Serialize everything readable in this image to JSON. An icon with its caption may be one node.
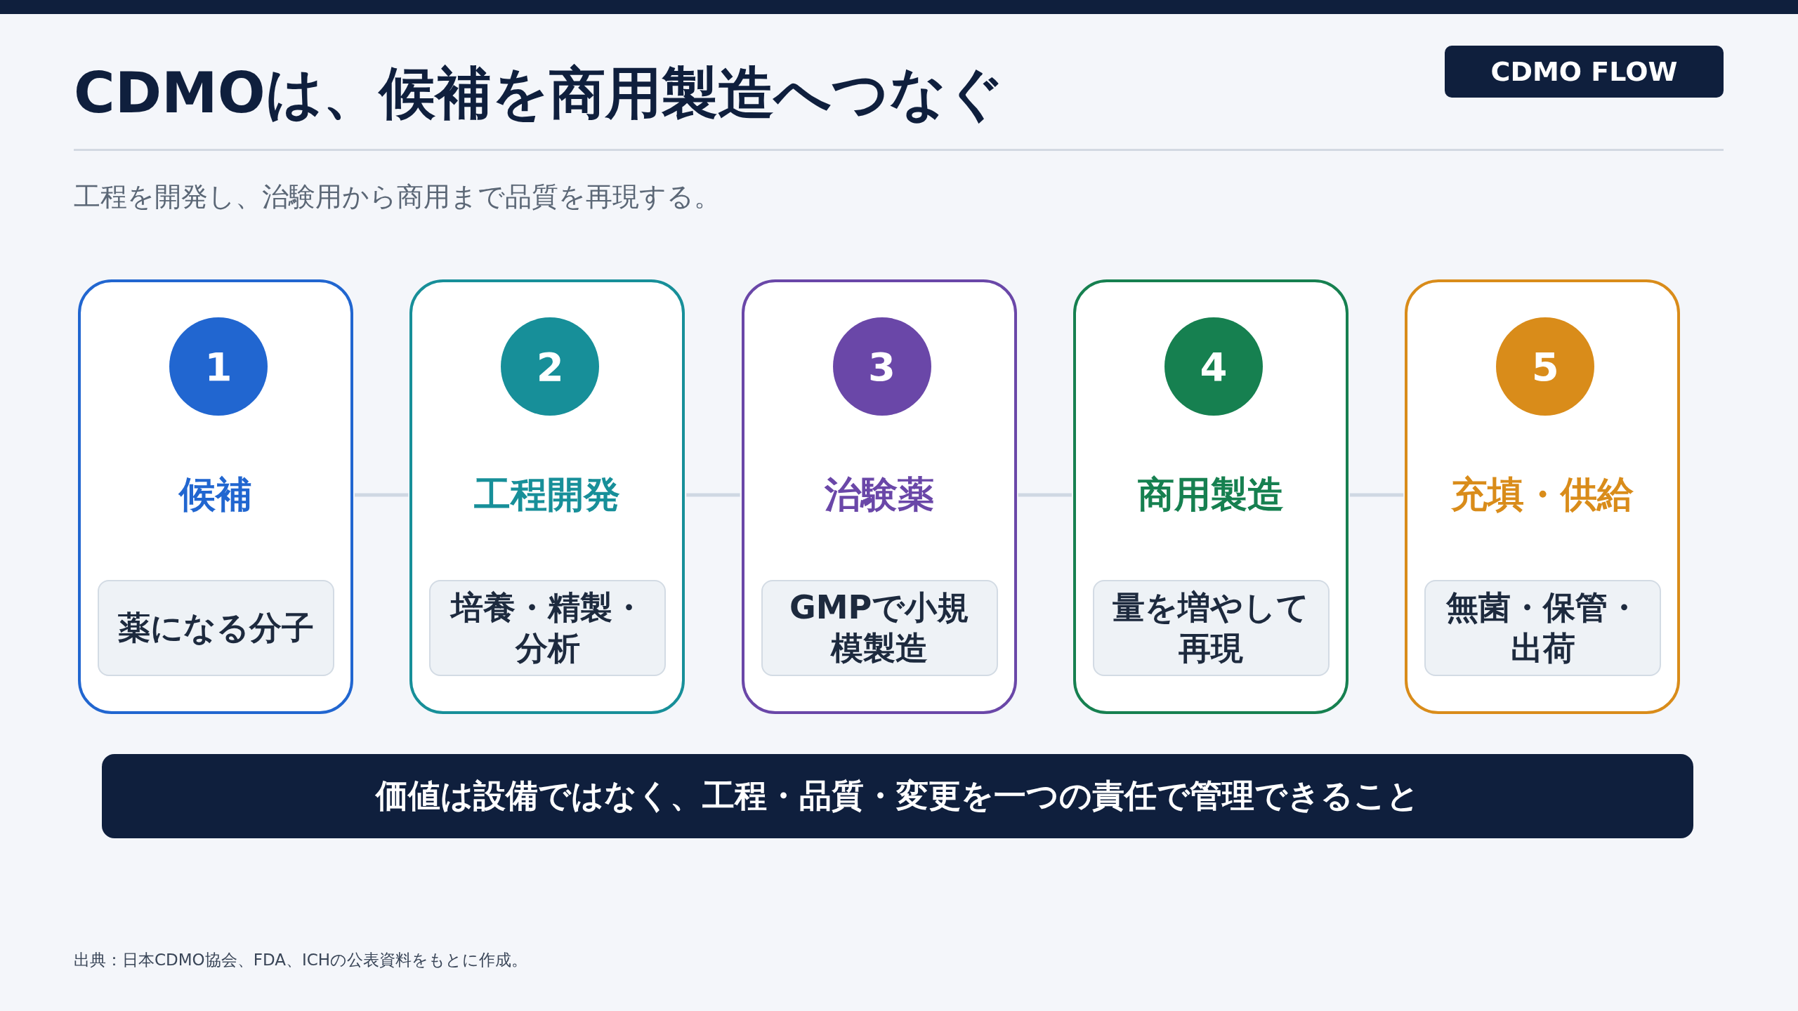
{
  "diagram": {
    "title": "CDMOは、候補を商用製造へつなぐ",
    "caption": "出典：日本CDMO協会、FDA、ICHの公表資料をもとに作成。",
    "nodes": [
      {
        "text": [
          "CDMO FLOW"
        ]
      },
      {
        "text": [
          "候補"
        ]
      },
      {
        "text": [
          "1"
        ],
        "in": 1
      },
      {
        "text": [
          "薬になる分子"
        ],
        "in": 1
      },
      {
        "text": [
          "工程開発"
        ]
      },
      {
        "text": [
          "2"
        ],
        "in": 4
      },
      {
        "text": [
          "培養・精製・分析"
        ],
        "in": 4
      },
      {
        "text": [
          "治験薬"
        ]
      },
      {
        "text": [
          "3"
        ],
        "in": 7
      },
      {
        "text": [
          "GMPで小規模製造"
        ],
        "in": 7
      },
      {
        "text": [
          "商用製造"
        ]
      },
      {
        "text": [
          "4"
        ],
        "in": 10
      },
      {
        "text": [
          "量を増やして再現"
        ],
        "in": 10
      },
      {
        "text": [
          "充填・供給"
        ]
      },
      {
        "text": [
          "5"
        ],
        "in": 13
      },
      {
        "text": [
          "無菌・保管・出荷"
        ],
        "in": 13
      },
      {
        "text": [
          "価値は設備ではなく、工程・品質・変更を一つの責任で管理できること"
        ]
      },
      {
        "text": [],
        "shape": "bar"
      }
    ],
    "edges": [
      {
        "from": 1,
        "to": 4,
        "arrow": "none"
      },
      {
        "from": 4,
        "to": 7,
        "arrow": "none"
      },
      {
        "from": 7,
        "to": 10,
        "arrow": "none"
      },
      {
        "from": 10,
        "to": 13,
        "arrow": "none"
      }
    ],
    "labels": [
      "工程を開発し、治験用から商用まで品質を再現する。"
    ]
  }
}
